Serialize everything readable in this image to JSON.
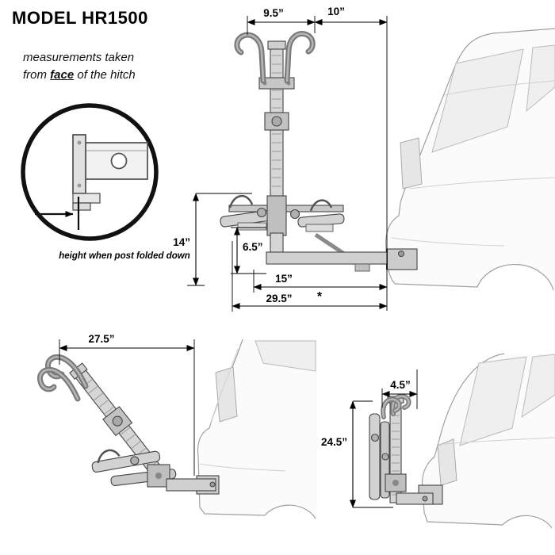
{
  "title": "MODEL HR1500",
  "note": {
    "line1": "measurements taken",
    "line2_prefix": "from ",
    "line2_emphasis": "face",
    "line2_suffix": " of the hitch"
  },
  "inset": {
    "caption": "height when post folded down"
  },
  "main_view": {
    "dims": {
      "hook_span": "9.5”",
      "hook_to_face": "10”",
      "folded_height": "14”",
      "platform_height": "6.5”",
      "face_to_post": "15”",
      "overall_depth": "29.5”",
      "footnote_marker": "*"
    }
  },
  "folded_down_view": {
    "dims": {
      "overall_length": "27.5”"
    }
  },
  "folded_up_view": {
    "dims": {
      "depth_from_face": "4.5”",
      "overall_height": "24.5”"
    }
  }
}
